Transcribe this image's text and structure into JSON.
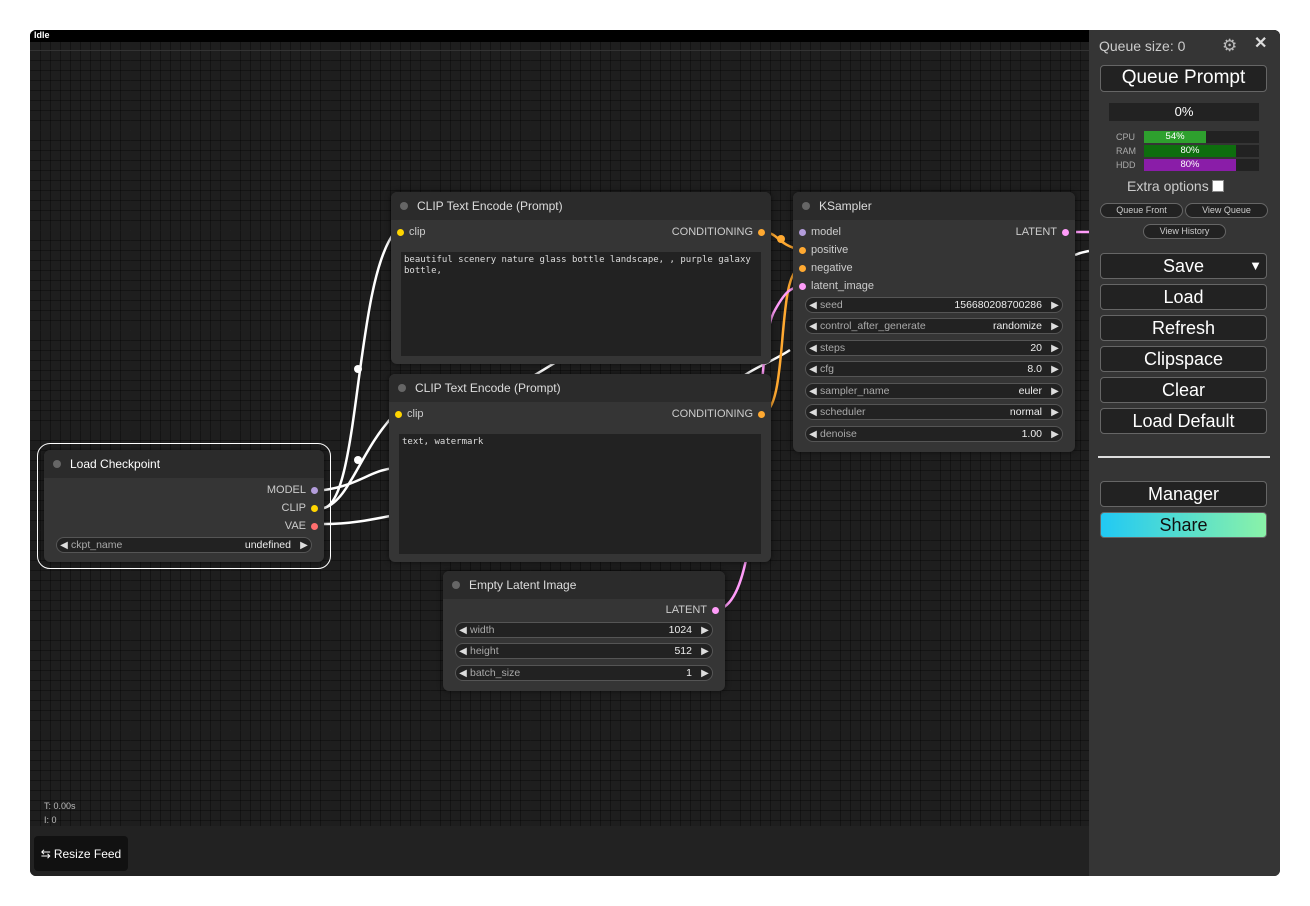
{
  "status": "Idle",
  "stats": {
    "time": "T: 0.00s",
    "iter": "I: 0"
  },
  "resize_feed": "Resize Feed",
  "colors": {
    "clip": "#ffd500",
    "model": "#b39ddb",
    "vae": "#ff6e6e",
    "conditioning": "#ffa931",
    "latent": "#ff9cf9",
    "cpu": "#2ea02e",
    "ram": "#0e6e0e",
    "hdd": "#8a1da8"
  },
  "nodes": {
    "load_checkpoint": {
      "title": "Load Checkpoint",
      "outputs": [
        "MODEL",
        "CLIP",
        "VAE"
      ],
      "widget": {
        "label": "ckpt_name",
        "value": "undefined"
      }
    },
    "clip_pos": {
      "title": "CLIP Text Encode (Prompt)",
      "input": "clip",
      "output": "CONDITIONING",
      "text": "beautiful scenery nature glass bottle landscape, , purple galaxy bottle,"
    },
    "clip_neg": {
      "title": "CLIP Text Encode (Prompt)",
      "input": "clip",
      "output": "CONDITIONING",
      "text": "text, watermark"
    },
    "empty_latent": {
      "title": "Empty Latent Image",
      "output": "LATENT",
      "widgets": [
        {
          "label": "width",
          "value": "1024"
        },
        {
          "label": "height",
          "value": "512"
        },
        {
          "label": "batch_size",
          "value": "1"
        }
      ]
    },
    "ksampler": {
      "title": "KSampler",
      "inputs": [
        "model",
        "positive",
        "negative",
        "latent_image"
      ],
      "output": "LATENT",
      "widgets": [
        {
          "label": "seed",
          "value": "156680208700286"
        },
        {
          "label": "control_after_generate",
          "value": "randomize"
        },
        {
          "label": "steps",
          "value": "20"
        },
        {
          "label": "cfg",
          "value": "8.0"
        },
        {
          "label": "sampler_name",
          "value": "euler"
        },
        {
          "label": "scheduler",
          "value": "normal"
        },
        {
          "label": "denoise",
          "value": "1.00"
        }
      ]
    }
  },
  "sidebar": {
    "queue_size": "Queue size: 0",
    "queue_prompt": "Queue Prompt",
    "progress": "0%",
    "meters": [
      {
        "label": "CPU",
        "value": "54%",
        "fraction": 0.54
      },
      {
        "label": "RAM",
        "value": "80%",
        "fraction": 0.8
      },
      {
        "label": "HDD",
        "value": "80%",
        "fraction": 0.8
      }
    ],
    "extra_options": "Extra options",
    "queue_front": "Queue Front",
    "view_queue": "View Queue",
    "view_history": "View History",
    "save": "Save",
    "save_arrow": "▼",
    "load": "Load",
    "refresh": "Refresh",
    "clipspace": "Clipspace",
    "clear": "Clear",
    "load_default": "Load Default",
    "manager": "Manager",
    "share": "Share"
  }
}
